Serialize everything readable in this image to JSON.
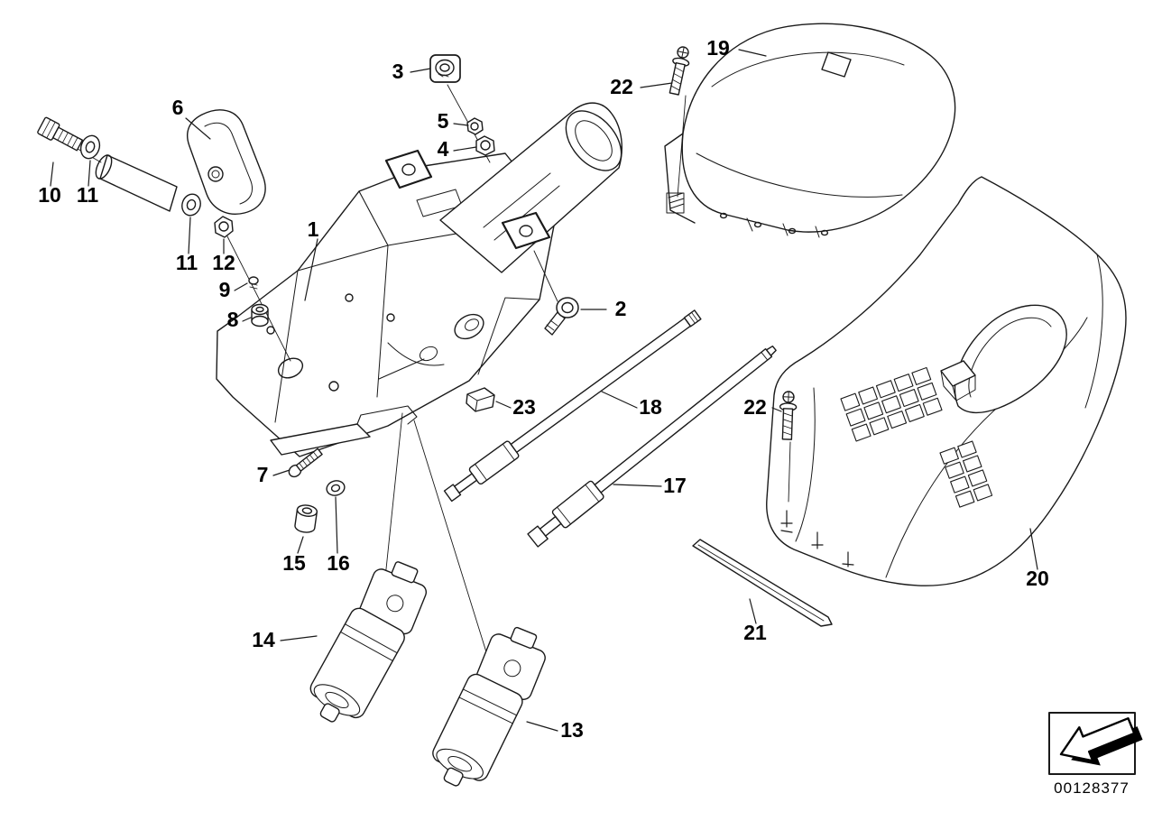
{
  "diagram": {
    "id_label": "00128377",
    "ink_color": "#1a1a1a",
    "background_color": "#ffffff"
  },
  "callouts": [
    "1",
    "2",
    "3",
    "4",
    "5",
    "6",
    "7",
    "8",
    "9",
    "10",
    "11",
    "11",
    "12",
    "13",
    "14",
    "15",
    "16",
    "17",
    "18",
    "19",
    "20",
    "21",
    "22",
    "22",
    "23"
  ]
}
